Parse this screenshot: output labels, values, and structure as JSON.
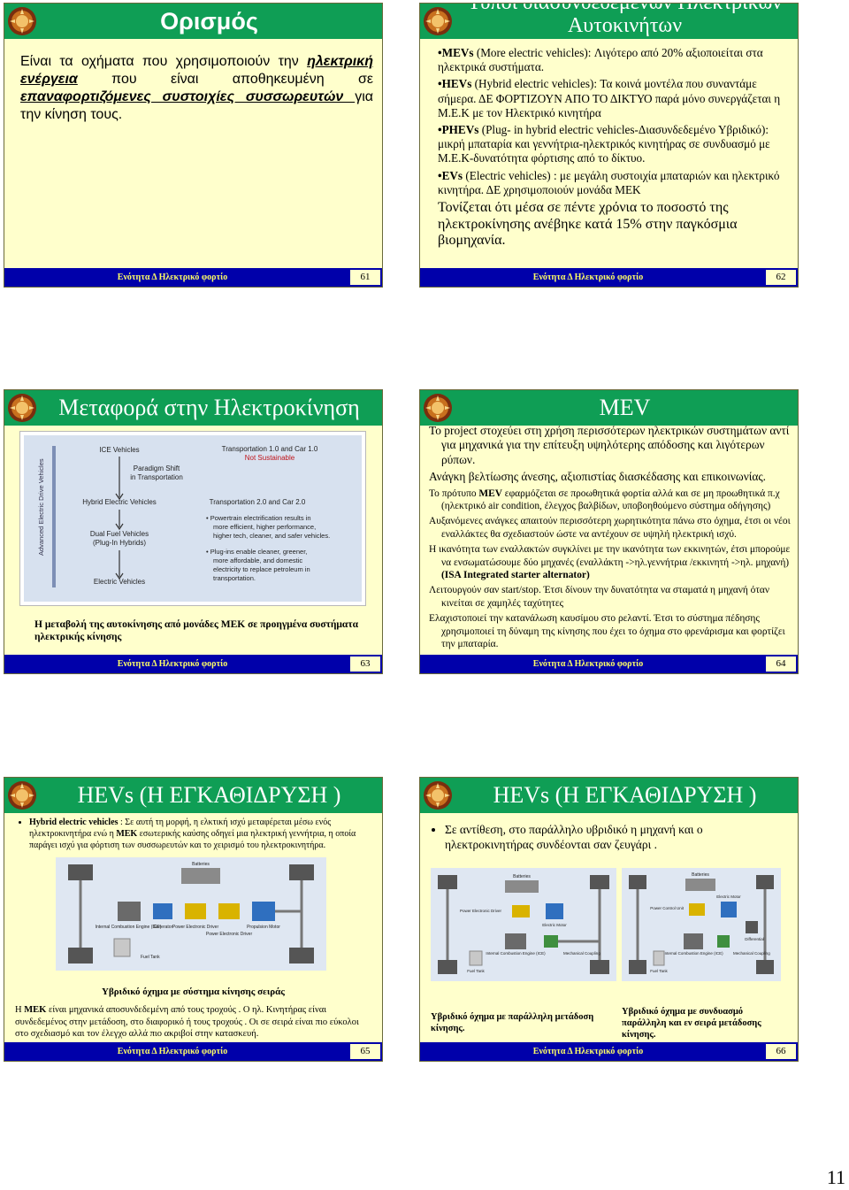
{
  "footer_text": "Ενότητα Δ Ηλεκτρικό φορτίο",
  "page_number": "11",
  "slide1": {
    "title": "Ορισμός",
    "t1": "Είναι τα οχήματα που χρησιμοποιούν την ",
    "t2": "ηλεκτρική ενέργεια",
    "t3": " που είναι αποθηκευμένη σε ",
    "t4": "επαναφορτιζόμενες συστοιχίες συσσωρευτών ",
    "t5": " για την κίνηση τους.",
    "page": "61"
  },
  "slide2": {
    "title": "Τύποι διασυνδεδεμένων Ηλεκτρικών Αυτοκινήτων",
    "b1_bold": "•MEVs",
    "b1": " (More electric vehicles): Λιγότερο από 20% αξιοποιείται στα ηλεκτρικά συστήματα.",
    "b2_bold": "•HEVs",
    "b2": " (Hybrid electric vehicles): Τα κοινά μοντέλα που συναντάμε σήμερα. ΔΕ ΦΟΡΤΙΖΟΥΝ ΑΠΟ ΤΟ ΔΙΚΤΥΟ παρά μόνο συνεργάζεται η Μ.Ε.Κ με τον Ηλεκτρικό κινητήρα",
    "b3_bold": "•PHEVs",
    "b3": " (Plug- in hybrid electric vehicles-Διασυνδεδεμένο Υβριδικό): μικρή μπαταρία και γεννήτρια-ηλεκτρικός κινητήρας σε συνδυασμό με Μ.Ε.Κ-δυνατότητα φόρτισης από το δίκτυο.",
    "b4_bold": "•EVs",
    "b4": " (Electric vehicles) : με μεγάλη συστοιχία μπαταριών και ηλεκτρικό κινητήρα. ΔΕ χρησιμοποιούν μονάδα ΜΕΚ",
    "p5": "Τονίζεται ότι μέσα σε πέντε χρόνια το ποσοστό της ηλεκτροκίνησης ανέβηκε κατά 15% στην παγκόσμια βιομηχανία.",
    "page": "62"
  },
  "slide3": {
    "title": "Μεταφορά στην Ηλεκτροκίνηση",
    "fig": {
      "ice": "ICE Vehicles",
      "paradigm1": "Paradigm Shift",
      "paradigm2": "in Transportation",
      "hybrid": "Hybrid Electric Vehicles",
      "dual1": "Dual Fuel Vehicles",
      "dual2": "(Plug-In Hybrids)",
      "electric": "Electric Vehicles",
      "axis": "Advanced Electric Drive Vehicles",
      "t1a": "Transportation 1.0 and Car 1.0",
      "t1b": "Not Sustainable",
      "t2": "Transportation 2.0 and Car 2.0",
      "bul1a": "• Powertrain electrification results in",
      "bul1b": "more efficient, higher performance,",
      "bul1c": "higher tech, cleaner, and safer vehicles.",
      "bul2a": "• Plug-ins enable cleaner, greener,",
      "bul2b": "more affordable, and domestic",
      "bul2c": "electricity to replace petroleum in",
      "bul2d": "transportation."
    },
    "caption": "Η μεταβολή της αυτοκίνησης από μονάδες ΜΕΚ σε προηγμένα συστήματα ηλεκτρικής κίνησης",
    "page": "63"
  },
  "slide4": {
    "title": "MEV",
    "p1": "Το project στοχεύει στη χρήση περισσότερων ηλεκτρικών συστημάτων αντί για μηχανικά για την επίτευξη υψηλότερης απόδοσης και λιγότερων ρύπων.",
    "p2": "Ανάγκη βελτίωσης άνεσης, αξιοπιστίας διασκέδασης και επικοινωνίας.",
    "p3a": "Το  πρότυπο ",
    "p3b": "MEV",
    "p3c": " εφαρμόζεται σε προωθητικά φορτία αλλά και σε μη προωθητικά π.χ (ηλεκτρικό air condition, έλεγχος βαλβίδων, υποβοηθούμενο σύστημα οδήγησης)",
    "p4": "Αυξανόμενες ανάγκες απαιτούν περισσότερη χωρητικότητα πάνω στο όχημα, έτσι οι νέοι εναλλάκτες θα σχεδιαστούν ώστε να αντέχουν σε υψηλή ηλεκτρική ισχύ.",
    "p5a": "Η ικανότητα των εναλλακτών συγκλίνει με την ικανότητα των εκκινητών, έτσι μπορούμε να ενσωματώσουμε δύο μηχανές (εναλλάκτη ->ηλ.γεννήτρια /εκκινητή ->ηλ. μηχανή) ",
    "p5b": "(ISA Integrated starter alternator)",
    "p6": "Λειτουργούν σαν start/stop. Έτσι δίνουν την δυνατότητα να σταματά η μηχανή όταν κινείται σε χαμηλές ταχύτητες",
    "p7": "Ελαχιστοποιεί την κατανάλωση καυσίμου στο ρελαντί. Έτσι το σύστημα πέδησης χρησιμοποιεί τη δύναμη της κίνησης που έχει το όχημα στο φρενάρισμα και φορτίζει την μπαταρία.",
    "page": "64"
  },
  "slide5": {
    "title": "HEVs (Η ΕΓΚΑΘΙΔΡΥΣΗ )",
    "b1_bold": "Hybrid electric vehicles",
    "b1a": " : Σε αυτή τη μορφή, η ελκτική ισχύ μεταφέρεται μέσω ενός ηλεκτροκινητήρα ενώ η ",
    "b1b": "ΜΕΚ",
    "b1c": " εσωτερικής καύσης  οδηγεί μια ηλεκτρική γεννήτρια, η οποία παράγει ισχύ για φόρτιση των συσσωρευτών και το χειρισμό του ηλεκτροκινητήρα.",
    "fig": {
      "batteries": "Batteries",
      "ice": "Internal Combustion Engine (ICE)",
      "gen": "Generator",
      "ped": "Power Electronic Driver",
      "ped2": "Power Electronic Driver",
      "motor": "Propulsion Motor",
      "tank": "Fuel Tank"
    },
    "caption": "Υβριδικό όχημα με σύστημα κίνησης σειράς",
    "n1": "Η ",
    "n2": "ΜΕΚ",
    "n3": " είναι μηχανικά αποσυνδεδεμένη από τους τροχούς . Ο ηλ. Κινητήρας είναι συνδεδεμένος στην μετάδοση, στο διαφορικό ή τους τροχούς . Οι σε σειρά είναι πιο εύκολοι στο σχεδιασμό και τον έλεγχο αλλά πιο ακριβοί στην κατασκευή.",
    "page": "65"
  },
  "slide6": {
    "title": "HEVs (Η ΕΓΚΑΘΙΔΡΥΣΗ )",
    "b1": "Σε αντίθεση, στο παράλληλο υβριδικό η μηχανή και ο ηλεκτροκινητήρας συνδέονται σαν ζευγάρι .",
    "figA": {
      "batteries": "Batteries",
      "ped": "Power Electronic Driver",
      "motor": "Electric Motor",
      "ice": "Internal Combustion Engine (ICE)",
      "coupling": "Mechanical Coupling",
      "tank": "Fuel Tank"
    },
    "figB": {
      "batteries": "Batteries",
      "pcu": "Power Control Unit",
      "motor": "Electric Motor",
      "diff": "Differential",
      "ice": "Internal Combustion Engine (ICE)",
      "coupling": "Mechanical Coupling",
      "tank": "Fuel Tank"
    },
    "cap1": "Υβριδικό όχημα με παράλληλη μετάδοση κίνησης.",
    "cap2": "Υβριδικό όχημα με συνδυασμό παράλληλη και εν σειρά μετάδοσης κίνησης.",
    "page": "66"
  }
}
